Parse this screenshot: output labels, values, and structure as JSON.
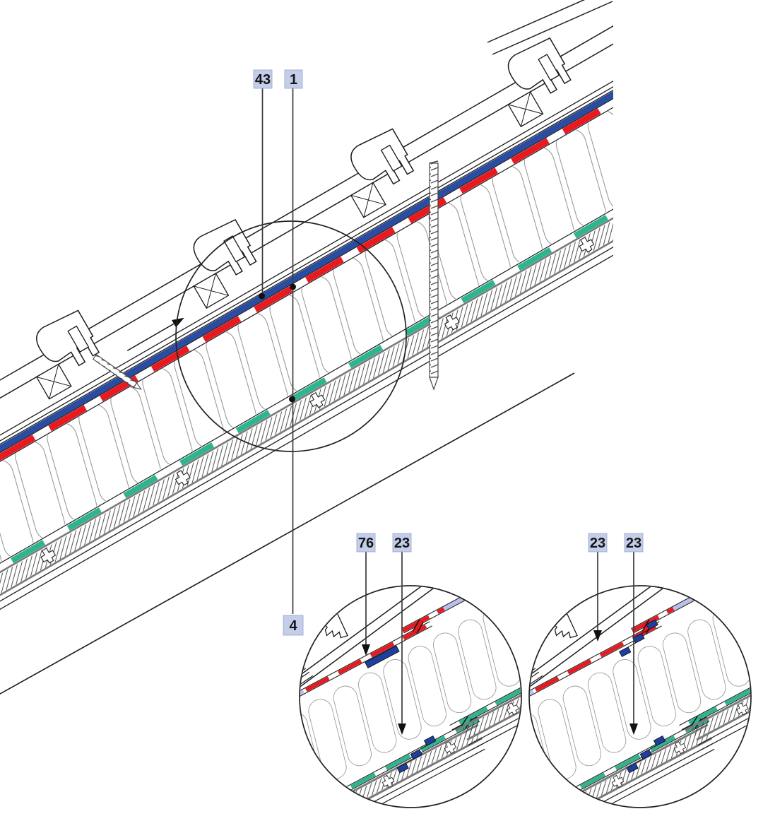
{
  "drawing": {
    "type": "construction-detail",
    "subject": "pitched-roof-section-with-membrane-overlap-details"
  },
  "labels": {
    "43": "43",
    "1": "1",
    "4": "4",
    "76": "76",
    "23": "23"
  },
  "callouts": [
    {
      "label": "43",
      "target": "blue-sarking-membrane",
      "view": "main-section"
    },
    {
      "label": "1",
      "target": "red-dashed-membrane",
      "view": "main-section"
    },
    {
      "label": "4",
      "target": "teal-dashed-membrane",
      "view": "main-section"
    },
    {
      "label": "76",
      "target": "blue-adhesive-patch-under-red-membrane-overlap",
      "view": "left-detail-circle"
    },
    {
      "label": "23",
      "target": "blue-z-tape-on-teal-membrane-overlap",
      "view": "left-detail-circle"
    },
    {
      "label": "23",
      "target": "blue-z-tape-on-red-membrane-overlap",
      "view": "right-detail-circle"
    },
    {
      "label": "23",
      "target": "blue-z-tape-on-teal-membrane-overlap",
      "view": "right-detail-circle"
    }
  ],
  "colors": {
    "blue_membrane": "#2b4da1",
    "red_membrane": "#e8191f",
    "teal_membrane": "#2eb48e",
    "tape_blue": "#1e3f9e",
    "lavender_overlay": "#b9c0ea",
    "label_bg": "#c5cee9",
    "label_border": "#93a3cf",
    "line": "#1c1c1c",
    "gray_band": "#7a7a7a"
  }
}
